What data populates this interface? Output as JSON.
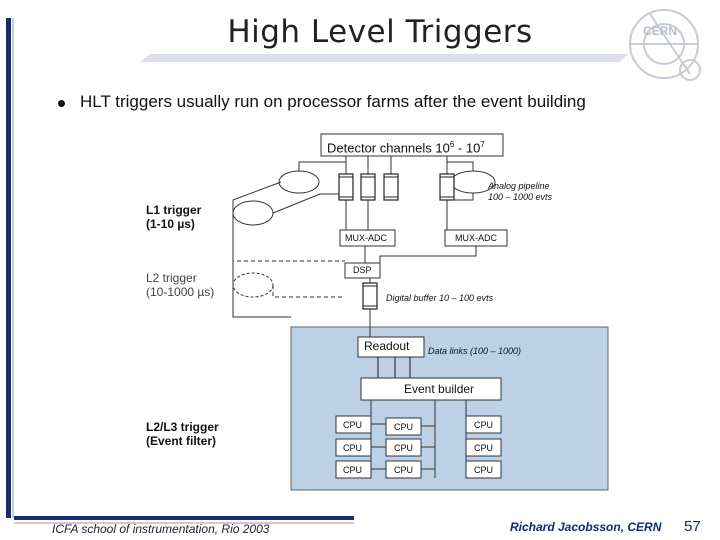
{
  "slide": {
    "title": "High Level Triggers",
    "bullet": "HLT triggers usually run on processor farms after the event building",
    "logo_text": "CERN"
  },
  "diagram": {
    "detector_label": "Detector channels  10",
    "detector_exp1": "6",
    "detector_sep": " - 10",
    "detector_exp2": "7",
    "analog_pipeline_line1": "Analog pipeline",
    "analog_pipeline_line2": "100 – 1000 evts",
    "l1_line1": "L1 trigger",
    "l1_line2": "(1-10 µs)",
    "l2_line1": "L2 trigger",
    "l2_line2": "(10-1000 µs)",
    "mux_adc_1": "MUX-ADC",
    "mux_adc_2": "MUX-ADC",
    "dsp": "DSP",
    "digital_buffer": "Digital buffer 10 – 100 evts",
    "readout": "Readout",
    "data_links": "Data links (100 – 1000)",
    "event_builder": "Event builder",
    "l23_line1": "L2/L3 trigger",
    "l23_line2": "(Event filter)",
    "cpu_label": "CPU",
    "cpu_grid": [
      [
        "CPU",
        "CPU",
        "CPU"
      ],
      [
        "CPU",
        "CPU",
        "CPU"
      ],
      [
        "CPU",
        "CPU",
        "CPU"
      ]
    ]
  },
  "footer": {
    "left": "ICFA school of instrumentation, Rio 2003",
    "right": "Richard Jacobsson, CERN",
    "page": "57"
  },
  "colors": {
    "farm_bg": "#bcd0e6",
    "accent_bar": "#1a2a6e",
    "title_shadow": "#c8ccd8"
  }
}
